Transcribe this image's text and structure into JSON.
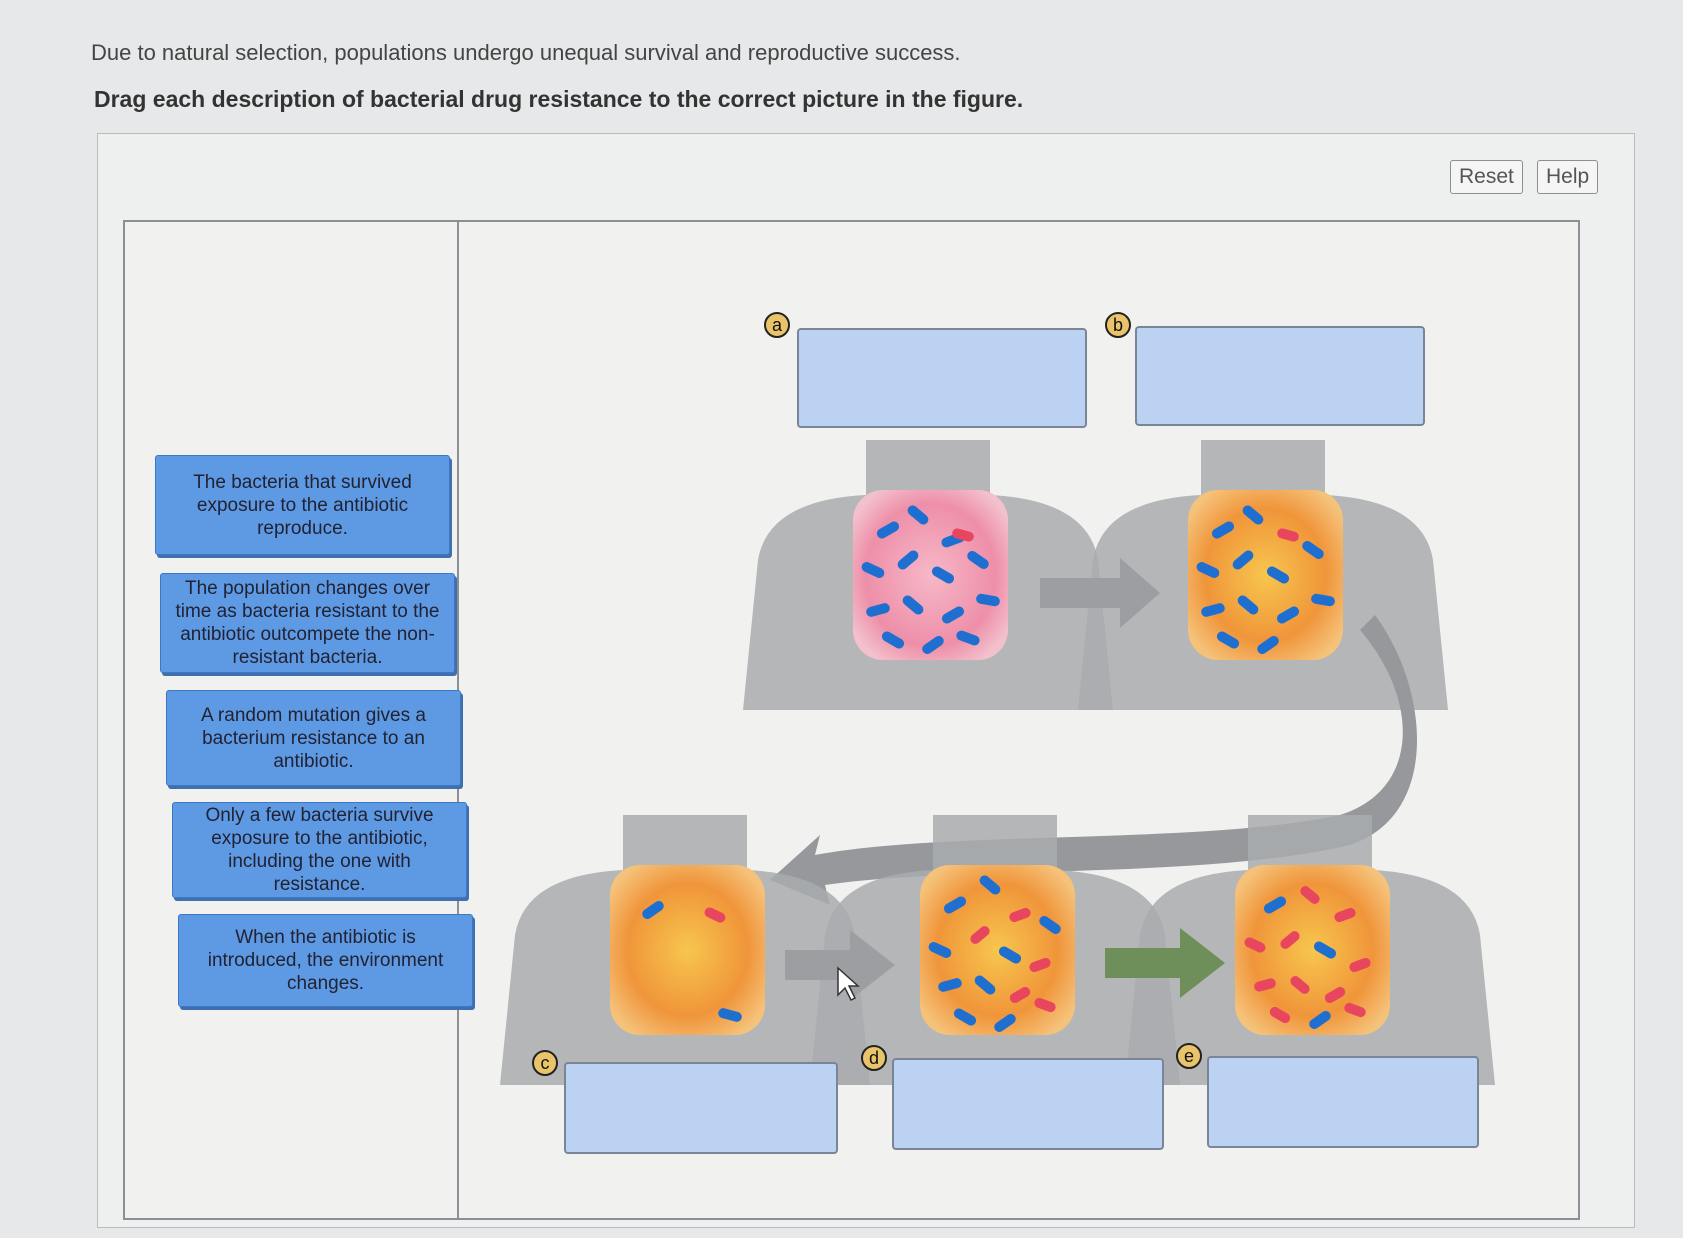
{
  "question": {
    "intro": "Due to natural selection, populations undergo unequal survival and reproductive success.",
    "instruction": "Drag each description of bacterial drug resistance to the correct picture in the figure."
  },
  "controls": {
    "reset": "Reset",
    "help": "Help"
  },
  "labels": [
    "The bacteria that survived exposure to the antibiotic reproduce.",
    "The population changes over time as bacteria resistant to the antibiotic outcompete the non-resistant bacteria.",
    "A random mutation gives a bacterium resistance to an antibiotic.",
    "Only a few bacteria survive exposure to the antibiotic, including the one with resistance.",
    "When the antibiotic is introduced, the environment changes."
  ],
  "targets": [
    {
      "letter": "a"
    },
    {
      "letter": "b"
    },
    {
      "letter": "c"
    },
    {
      "letter": "d"
    },
    {
      "letter": "e"
    }
  ],
  "colors": {
    "label_blue": "#5d9ae3",
    "target_blue": "#bcd2f2",
    "letter_badge": "#e9c46a",
    "bacterium_susceptible": "#1f6fd1",
    "bacterium_resistant": "#e8455f"
  }
}
